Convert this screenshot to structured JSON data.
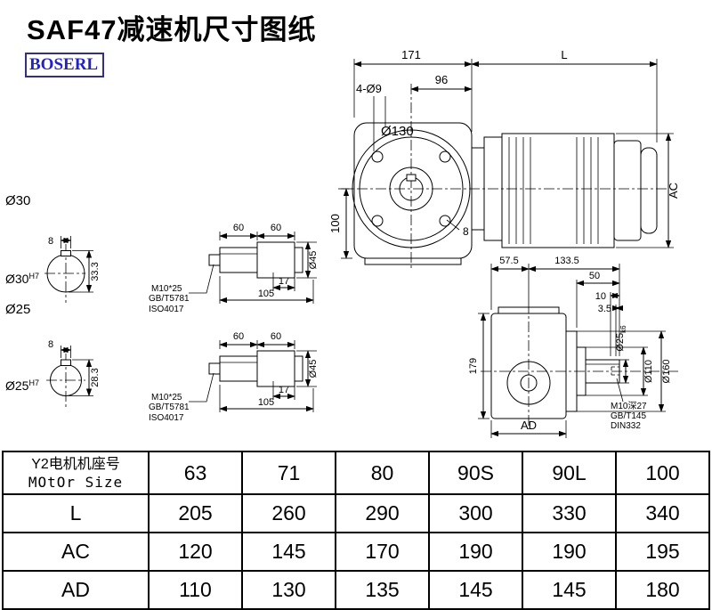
{
  "page": {
    "title": "SAF47减速机尺寸图纸",
    "brand": "BOSERL"
  },
  "front_view": {
    "dim_171": "171",
    "dim_L": "L",
    "dim_96": "96",
    "holes_label": "4-Ø9",
    "flange_dia": "Ø130",
    "dim_100": "100",
    "dim_AC": "AC",
    "dim_8": "8"
  },
  "shaft_section_30": {
    "dia": "Ø30",
    "dia_fit_base": "Ø30",
    "dia_fit_sup": "H7",
    "key_width": "8",
    "key_height": "33.3"
  },
  "shaft_section_25": {
    "dia": "Ø25",
    "dia_fit_base": "Ø25",
    "dia_fit_sup": "H7",
    "key_width": "8",
    "key_height": "28.3"
  },
  "shaft_details": [
    {
      "dim_60a": "60",
      "dim_60b": "60",
      "dim_17": "17",
      "dim_105": "105",
      "dia_45": "Ø45",
      "bolt": "M10*25",
      "std1": "GB/T5781",
      "std2": "ISO4017"
    },
    {
      "dim_60a": "60",
      "dim_60b": "60",
      "dim_17": "17",
      "dim_105": "105",
      "dia_45": "Ø45",
      "bolt": "M10*25",
      "std1": "GB/T5781",
      "std2": "ISO4017"
    }
  ],
  "side_view": {
    "dim_57_5": "57.5",
    "dim_133_5": "133.5",
    "dim_50": "50",
    "dim_10": "10",
    "dim_3_5": "3.5",
    "shaft_dia_base": "Ø25",
    "shaft_dia_sup": "k6",
    "dia_110": "Ø110",
    "dia_160": "Ø160",
    "dim_179": "179",
    "dim_AD": "AD",
    "tap": "M10深27",
    "tap_std1": "GB/T145",
    "tap_std2": "DIN332"
  },
  "table": {
    "header_label_cn": "Y2电机机座号",
    "header_label_en": "MOtOr Size",
    "sizes": [
      "63",
      "71",
      "80",
      "90S",
      "90L",
      "100"
    ],
    "rows": [
      {
        "label": "L",
        "values": [
          "205",
          "260",
          "290",
          "300",
          "330",
          "340"
        ]
      },
      {
        "label": "AC",
        "values": [
          "120",
          "145",
          "170",
          "190",
          "190",
          "195"
        ]
      },
      {
        "label": "AD",
        "values": [
          "110",
          "130",
          "135",
          "145",
          "145",
          "180"
        ]
      }
    ]
  }
}
